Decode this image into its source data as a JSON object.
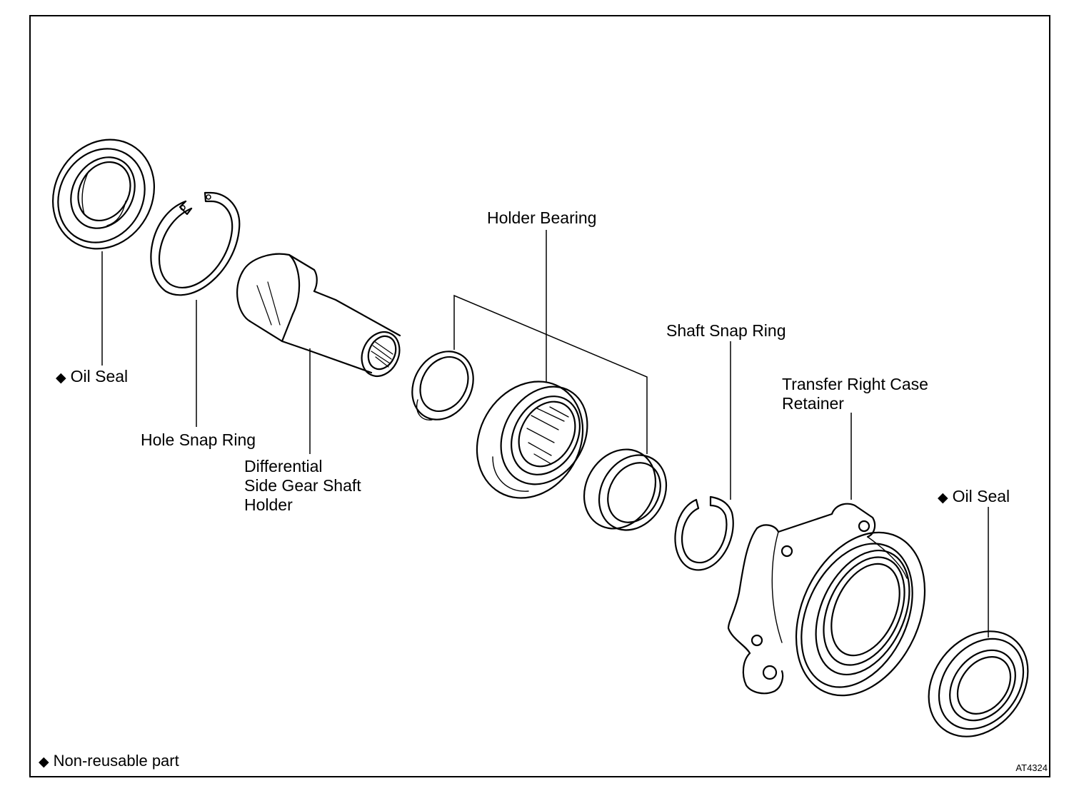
{
  "labels": {
    "oil_seal_left": "Oil Seal",
    "hole_snap_ring": "Hole Snap Ring",
    "differential_line1": "Differential",
    "differential_line2": "Side Gear Shaft",
    "differential_line3": "Holder",
    "holder_bearing": "Holder Bearing",
    "shaft_snap_ring": "Shaft Snap Ring",
    "retainer_line1": "Transfer Right Case",
    "retainer_line2": "Retainer",
    "oil_seal_right": "Oil Seal"
  },
  "legend": {
    "symbol": "◆",
    "text": "Non-reusable part"
  },
  "figure_code": "AT4324"
}
